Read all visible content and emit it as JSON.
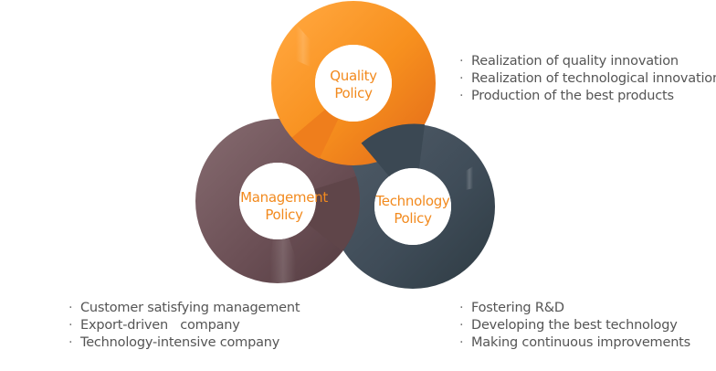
{
  "diagram": {
    "quality": {
      "label_line1": "Quality",
      "label_line2": "Policy",
      "color": "#f7901e"
    },
    "management": {
      "label_line1": "Management",
      "label_line2": "Policy",
      "color": "#6b4f55"
    },
    "technology": {
      "label_line1": "Technology",
      "label_line2": "Policy",
      "color": "#3f4c58"
    },
    "label_color": "#f28a1e"
  },
  "lists": {
    "quality": {
      "bullet": "·",
      "items": [
        "Realization of quality innovation",
        "Realization of technological innovation",
        "Production of the best products"
      ]
    },
    "management": {
      "bullet": "·",
      "items": [
        "Customer satisfying management",
        "Export-driven   company",
        "Technology-intensive company"
      ]
    },
    "technology": {
      "bullet": "·",
      "items": [
        "Fostering R&D",
        "Developing the best technology",
        "Making continuous improvements"
      ]
    }
  }
}
